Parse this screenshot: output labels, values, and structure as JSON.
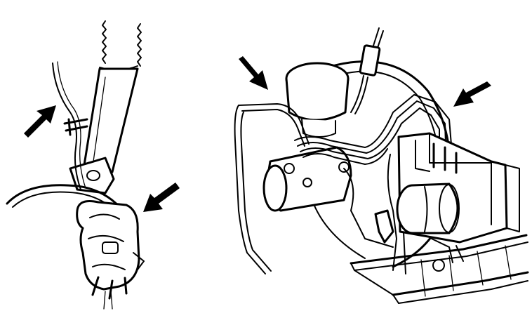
{
  "figure": {
    "panels": [
      {
        "id": "left",
        "arrow_count": 2
      },
      {
        "id": "right",
        "arrow_count": 2
      }
    ],
    "colors": {
      "ink": "#000000",
      "paper": "#ffffff"
    }
  }
}
